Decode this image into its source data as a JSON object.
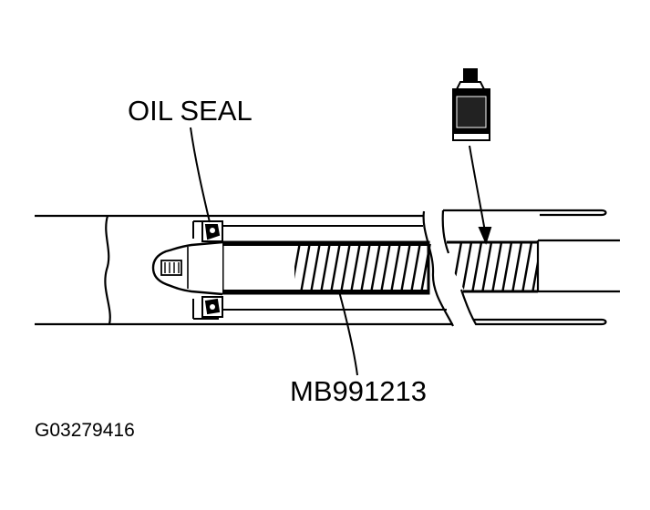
{
  "labels": {
    "oil_seal": "OIL SEAL",
    "tool": "MB991213",
    "figure_id": "G03279416"
  },
  "colors": {
    "ink": "#000000",
    "background": "#ffffff"
  },
  "icons": {
    "lubricant": "lubricant-bottle-icon"
  }
}
